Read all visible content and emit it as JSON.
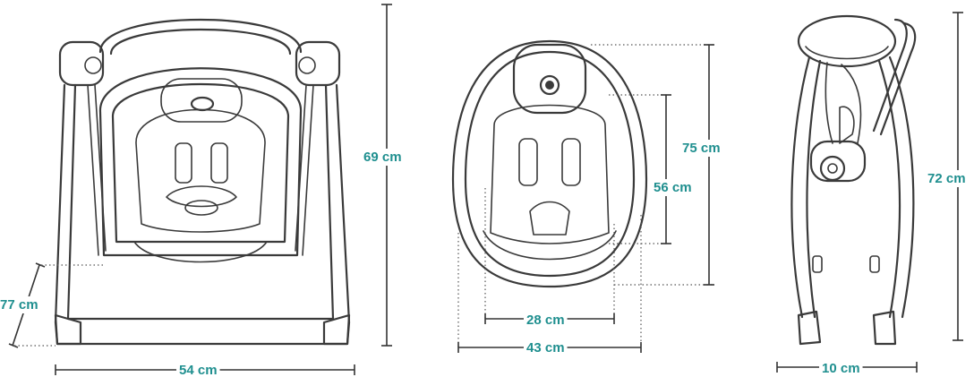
{
  "colors": {
    "label": "#1f8f8f",
    "outline": "#3a3a3a"
  },
  "front_view": {
    "width_label": "54 cm",
    "height_label": "69 cm",
    "side_label": "77 cm"
  },
  "seat_view": {
    "outer_height_label": "75 cm",
    "inner_height_label": "56 cm",
    "inner_width_label": "28 cm",
    "outer_width_label": "43 cm"
  },
  "side_view": {
    "height_label": "72 cm",
    "depth_label": "10 cm"
  }
}
